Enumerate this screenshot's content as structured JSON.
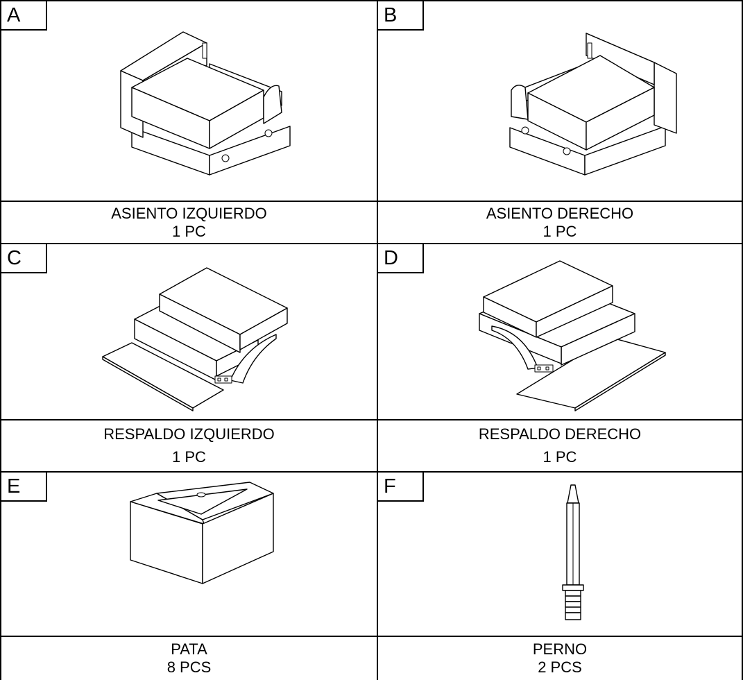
{
  "parts": [
    {
      "letter": "A",
      "name": "ASIENTO IZQUIERDO",
      "qty": "1 PC",
      "icon": "left-seat-drawing"
    },
    {
      "letter": "B",
      "name": "ASIENTO DERECHO",
      "qty": "1 PC",
      "icon": "right-seat-drawing"
    },
    {
      "letter": "C",
      "name": "RESPALDO IZQUIERDO",
      "qty": "1 PC",
      "icon": "left-backrest-drawing"
    },
    {
      "letter": "D",
      "name": "RESPALDO DERECHO",
      "qty": "1 PC",
      "icon": "right-backrest-drawing"
    },
    {
      "letter": "E",
      "name": "PATA",
      "qty": "8 PCS",
      "icon": "leg-drawing"
    },
    {
      "letter": "F",
      "name": "PERNO",
      "qty": "2 PCS",
      "icon": "bolt-drawing"
    }
  ]
}
